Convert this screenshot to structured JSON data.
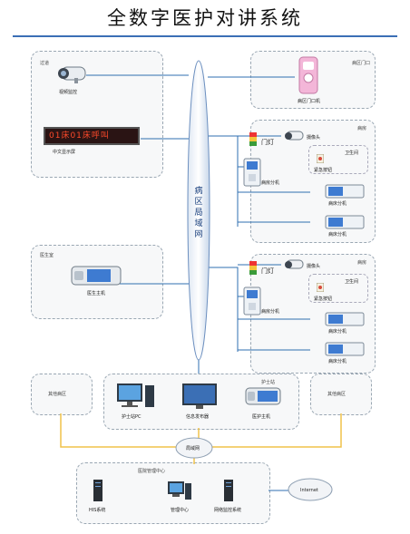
{
  "title": "全数字医护对讲系统",
  "backbone": {
    "label": [
      "病",
      "区",
      "局",
      "域",
      "网"
    ]
  },
  "zones": {
    "corridor": {
      "label": "过道",
      "camera_label": "视频监控",
      "display_label": "中文显示屏",
      "display_text": "01床01床呼叫"
    },
    "door": {
      "label": "病区门口",
      "device_label": "病区门口机"
    },
    "ward1": {
      "label": "病房",
      "light_label": "门灯",
      "camera_label": "摄像头",
      "wc_label": "卫生间",
      "emergency_label": "紧急按钮",
      "room_unit_label": "病房分机",
      "bed_units": [
        "病床分机",
        "病床分机"
      ]
    },
    "ward2": {
      "label": "病房",
      "light_label": "门灯",
      "camera_label": "摄像头",
      "wc_label": "卫生间",
      "emergency_label": "紧急按钮",
      "room_unit_label": "病房分机",
      "bed_units": [
        "病床分机",
        "病床分机"
      ]
    },
    "doctor": {
      "label": "医生室",
      "device_label": "医生主机"
    },
    "other_left": {
      "label": "其他病区"
    },
    "nurse": {
      "label": "护士站",
      "pc_label": "护士站PC",
      "publisher_label": "信息发布器",
      "host_label": "医护主机"
    },
    "other_right": {
      "label": "其他病区"
    },
    "lan": {
      "label": "局域网"
    },
    "center": {
      "label": "医院管理中心",
      "his_label": "HIS系统",
      "mgmt_label": "管理中心",
      "monitor_label": "网络监控系统"
    },
    "internet": {
      "label": "Internet"
    }
  },
  "colors": {
    "wire_blue": "#2f6fb0",
    "wire_yellow": "#f0c24a",
    "rule": "#3b6fb5"
  }
}
